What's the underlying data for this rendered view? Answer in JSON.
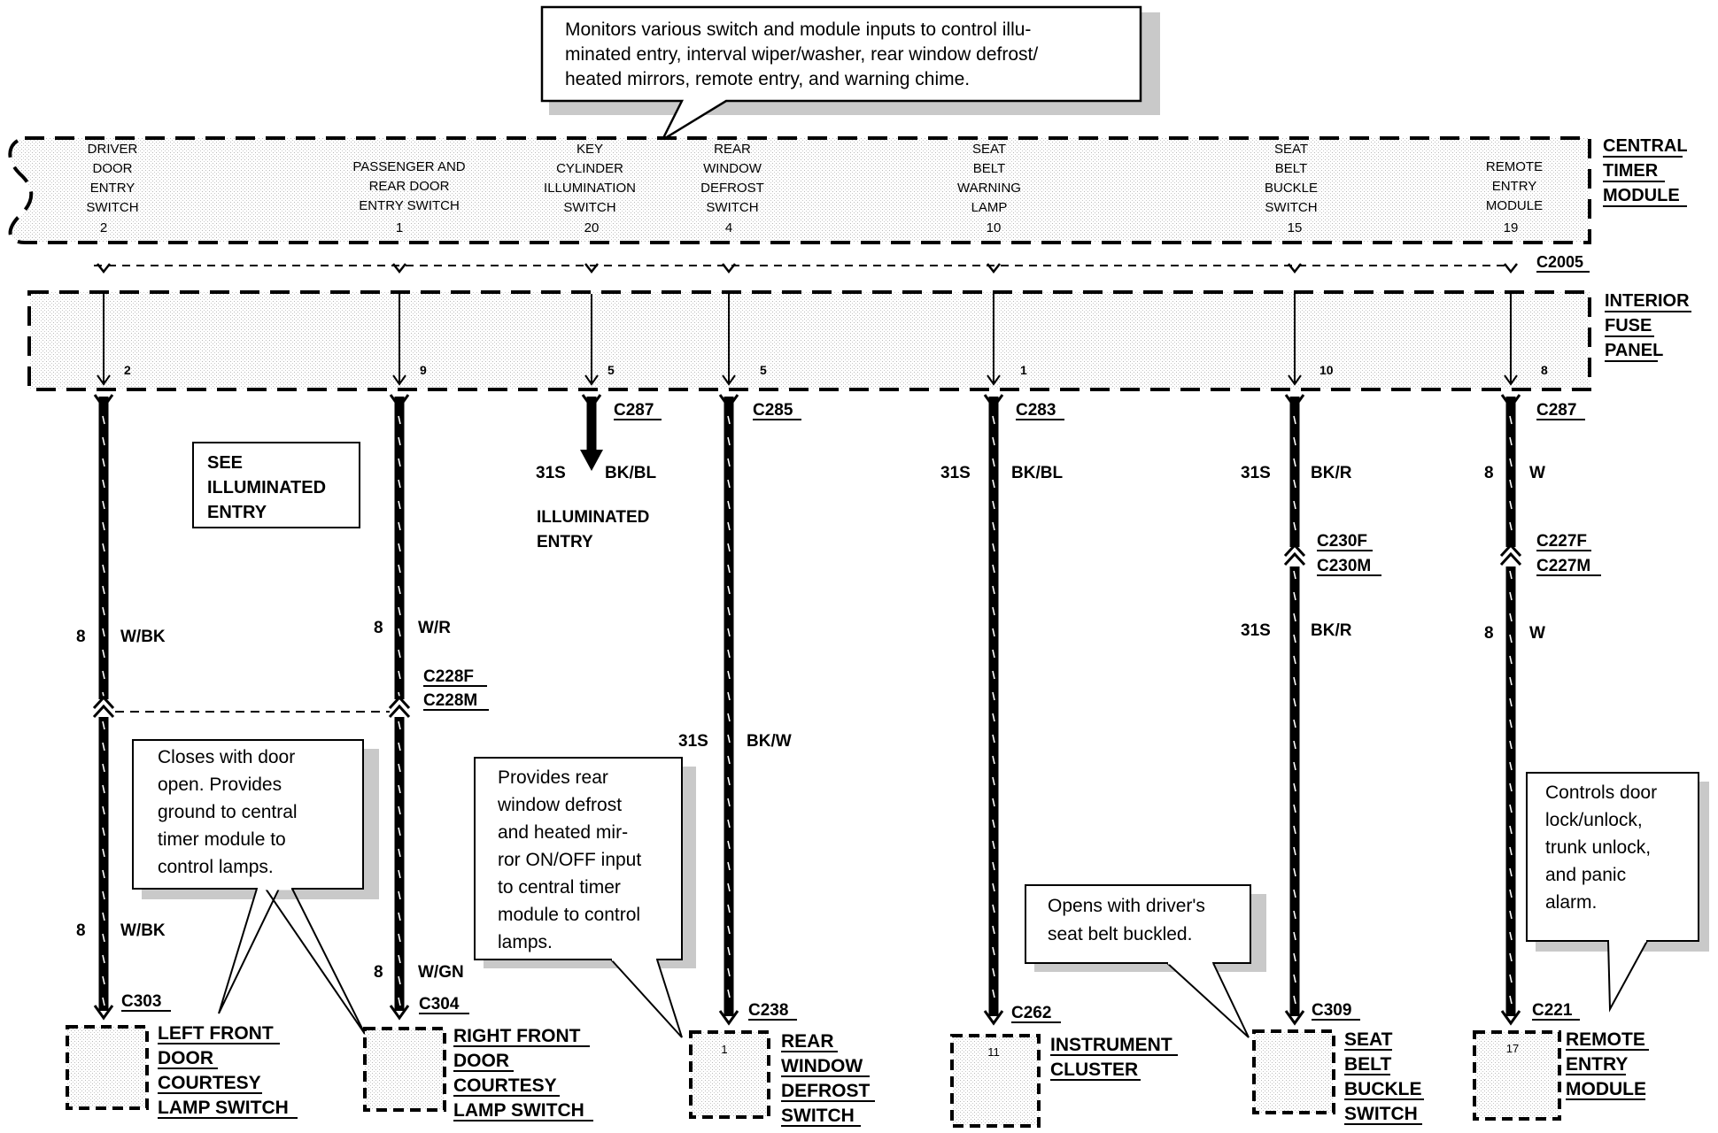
{
  "top_note": {
    "lines": [
      "Monitors various switch and module inputs to control illu-",
      "minated entry, interval wiper/washer, rear window defrost/",
      "heated mirrors, remote entry, and warning chime."
    ]
  },
  "modules": {
    "central_timer": [
      "CENTRAL",
      "TIMER",
      "MODULE"
    ],
    "interior_fuse_panel": [
      "INTERIOR",
      "FUSE",
      "PANEL"
    ],
    "ctm_connector": "C2005"
  },
  "columns": [
    {
      "id": "driver",
      "input_lines": [
        "DRIVER",
        "DOOR",
        "ENTRY",
        "SWITCH"
      ],
      "ctm_pin": "2",
      "fuse_pin": "2",
      "fuse_out_connector": "",
      "wire_top": {
        "gauge": "8",
        "color": "W/BK"
      },
      "inline_connector": [
        "C228F",
        "C228M"
      ],
      "wire_bottom": {
        "gauge": "8",
        "color": "W/BK"
      },
      "end_connector": "C303",
      "end_pin": "",
      "component_lines": [
        "LEFT FRONT",
        "DOOR",
        "COURTESY",
        "LAMP SWITCH"
      ]
    },
    {
      "id": "passenger",
      "input_lines": [
        "PASSENGER AND",
        "REAR DOOR",
        "ENTRY SWITCH"
      ],
      "ctm_pin": "1",
      "fuse_pin": "9",
      "fuse_out_connector": "",
      "wire_top": {
        "gauge": "8",
        "color": "W/R"
      },
      "inline_connector": [
        "C228F",
        "C228M"
      ],
      "wire_bottom": {
        "gauge": "8",
        "color": "W/GN"
      },
      "end_connector": "C304",
      "end_pin": "",
      "component_lines": [
        "RIGHT FRONT",
        "DOOR",
        "COURTESY",
        "LAMP SWITCH"
      ]
    },
    {
      "id": "key",
      "input_lines": [
        "KEY",
        "CYLINDER",
        "ILLUMINATION",
        "SWITCH"
      ],
      "ctm_pin": "20",
      "fuse_pin": "5",
      "fuse_out_connector": "C287",
      "wire_top": {
        "gauge": "31S",
        "color": "BK/BL"
      },
      "destination": [
        "ILLUMINATED",
        "ENTRY"
      ]
    },
    {
      "id": "defrost",
      "input_lines": [
        "REAR",
        "WINDOW",
        "DEFROST",
        "SWITCH"
      ],
      "ctm_pin": "4",
      "fuse_pin": "5",
      "fuse_out_connector": "C285",
      "wire_top": {
        "gauge": "31S",
        "color": "BK/W"
      },
      "end_connector": "C238",
      "end_pin": "1",
      "component_lines": [
        "REAR",
        "WINDOW",
        "DEFROST",
        "SWITCH"
      ]
    },
    {
      "id": "seatbelt_lamp",
      "input_lines": [
        "SEAT",
        "BELT",
        "WARNING",
        "LAMP"
      ],
      "ctm_pin": "10",
      "fuse_pin": "1",
      "fuse_out_connector": "C283",
      "wire_top": {
        "gauge": "31S",
        "color": "BK/BL"
      },
      "end_connector": "C262",
      "end_pin": "11",
      "component_lines": [
        "INSTRUMENT",
        "CLUSTER"
      ]
    },
    {
      "id": "buckle",
      "input_lines": [
        "SEAT",
        "BELT",
        "BUCKLE",
        "SWITCH"
      ],
      "ctm_pin": "15",
      "fuse_pin": "10",
      "fuse_out_connector": "",
      "wire_top": {
        "gauge": "31S",
        "color": "BK/R"
      },
      "inline_connector": [
        "C230F",
        "C230M"
      ],
      "wire_bottom": {
        "gauge": "31S",
        "color": "BK/R"
      },
      "end_connector": "C309",
      "end_pin": "",
      "component_lines": [
        "SEAT",
        "BELT",
        "BUCKLE",
        "SWITCH"
      ]
    },
    {
      "id": "remote",
      "input_lines": [
        "REMOTE",
        "ENTRY",
        "MODULE"
      ],
      "ctm_pin": "19",
      "fuse_pin": "8",
      "fuse_out_connector": "C287",
      "wire_top": {
        "gauge": "8",
        "color": "W"
      },
      "inline_connector": [
        "C227F",
        "C227M"
      ],
      "wire_bottom": {
        "gauge": "8",
        "color": "W"
      },
      "end_connector": "C221",
      "end_pin": "17",
      "component_lines": [
        "REMOTE",
        "ENTRY",
        "MODULE"
      ]
    }
  ],
  "see_box": [
    "SEE",
    "ILLUMINATED",
    "ENTRY"
  ],
  "notes": {
    "door_switch": [
      "Closes with door",
      "open. Provides",
      "ground to central",
      "timer module to",
      "control lamps."
    ],
    "defrost": [
      "Provides rear",
      "window defrost",
      "and heated mir-",
      "ror ON/OFF input",
      "to central timer",
      "module to control",
      "lamps."
    ],
    "buckle": [
      "Opens with driver's",
      "seat belt buckled."
    ],
    "remote": [
      "Controls door",
      "lock/unlock,",
      "trunk unlock,",
      "and panic",
      "alarm."
    ]
  }
}
